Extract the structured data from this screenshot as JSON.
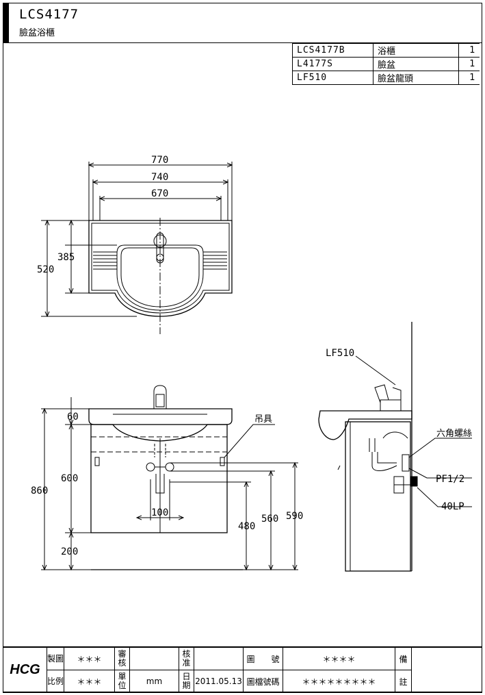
{
  "header": {
    "model": "LCS4177",
    "subtitle": "臉盆浴櫃"
  },
  "parts": [
    {
      "code": "LCS4177B",
      "name": "浴櫃",
      "qty": "1"
    },
    {
      "code": "L4177S",
      "name": "臉盆",
      "qty": "1"
    },
    {
      "code": "LF510",
      "name": "臉盆龍頭",
      "qty": "1"
    }
  ],
  "top_view": {
    "dims": [
      "770",
      "740",
      "670",
      "385",
      "520"
    ]
  },
  "front_view": {
    "dims": [
      "60",
      "600",
      "860",
      "200",
      "100",
      "480",
      "560",
      "590"
    ],
    "hanger_label": "吊具"
  },
  "side_view": {
    "faucet_label": "LF510",
    "labels": [
      "六角螺絲",
      "PF1/2",
      "40LP"
    ]
  },
  "title_block": {
    "logo": "HCG",
    "made_by_label": "製圖",
    "made_by": "＊＊＊",
    "review_label": "審核",
    "review": "",
    "approve_label": "核准",
    "approve": "",
    "drawing_no_label": "圖　　號",
    "drawing_no": "＊＊＊＊",
    "scale_label": "比例",
    "scale": "＊＊＊",
    "unit_label": "單位",
    "unit": "mm",
    "date_label": "日期",
    "date": "2011.05.13",
    "file_no_label": "圖檔號碼",
    "file_no": "＊＊＊＊＊＊＊＊＊",
    "remark_label_1": "備",
    "remark_label_2": "註"
  }
}
